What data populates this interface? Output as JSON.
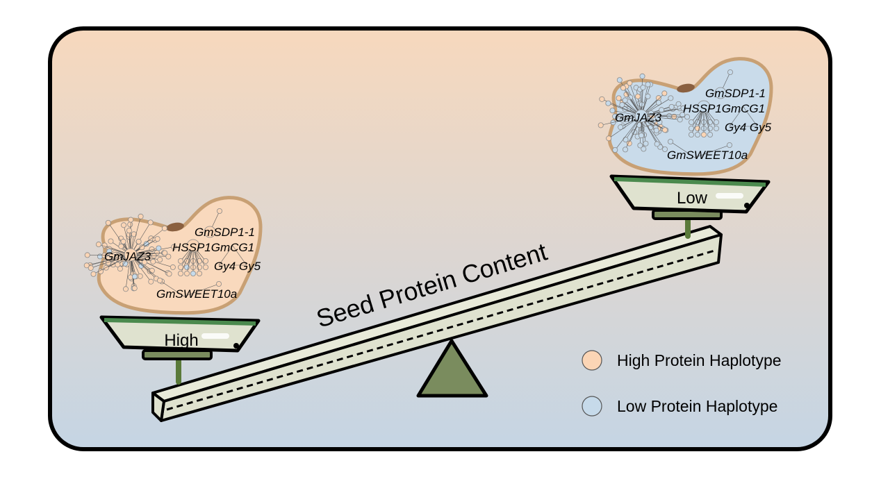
{
  "title": "Seed Protein Content",
  "colors": {
    "frame_top": "#f7d8bd",
    "frame_bottom": "#c5d5e4",
    "frame_border": "#000000",
    "beam_fill": "#dfe2cf",
    "fulcrum_fill": "#7a8c5e",
    "pan_fill": "#dfe2cf",
    "pan_rim": "#4b8a4e",
    "stem": "#5a7a3a",
    "seed_outline": "#c8a074",
    "hilum": "#8a6040",
    "high_node": "#fbd5b5",
    "low_node": "#c6daea",
    "node_stroke": "#8a8a8a"
  },
  "pans": {
    "left": {
      "label": "High",
      "seed_haplotype": "high"
    },
    "right": {
      "label": "Low",
      "seed_haplotype": "low"
    }
  },
  "seed_genes": [
    "GmSDP1-1",
    "HSSP1",
    "GmCG1",
    "Gy4",
    "Gy5",
    "GmJAZ3",
    "GmSWEET10a"
  ],
  "legend": [
    {
      "label": "High Protein Haplotype",
      "color": "#fbd5b5"
    },
    {
      "label": "Low Protein Haplotype",
      "color": "#c6daea"
    }
  ]
}
